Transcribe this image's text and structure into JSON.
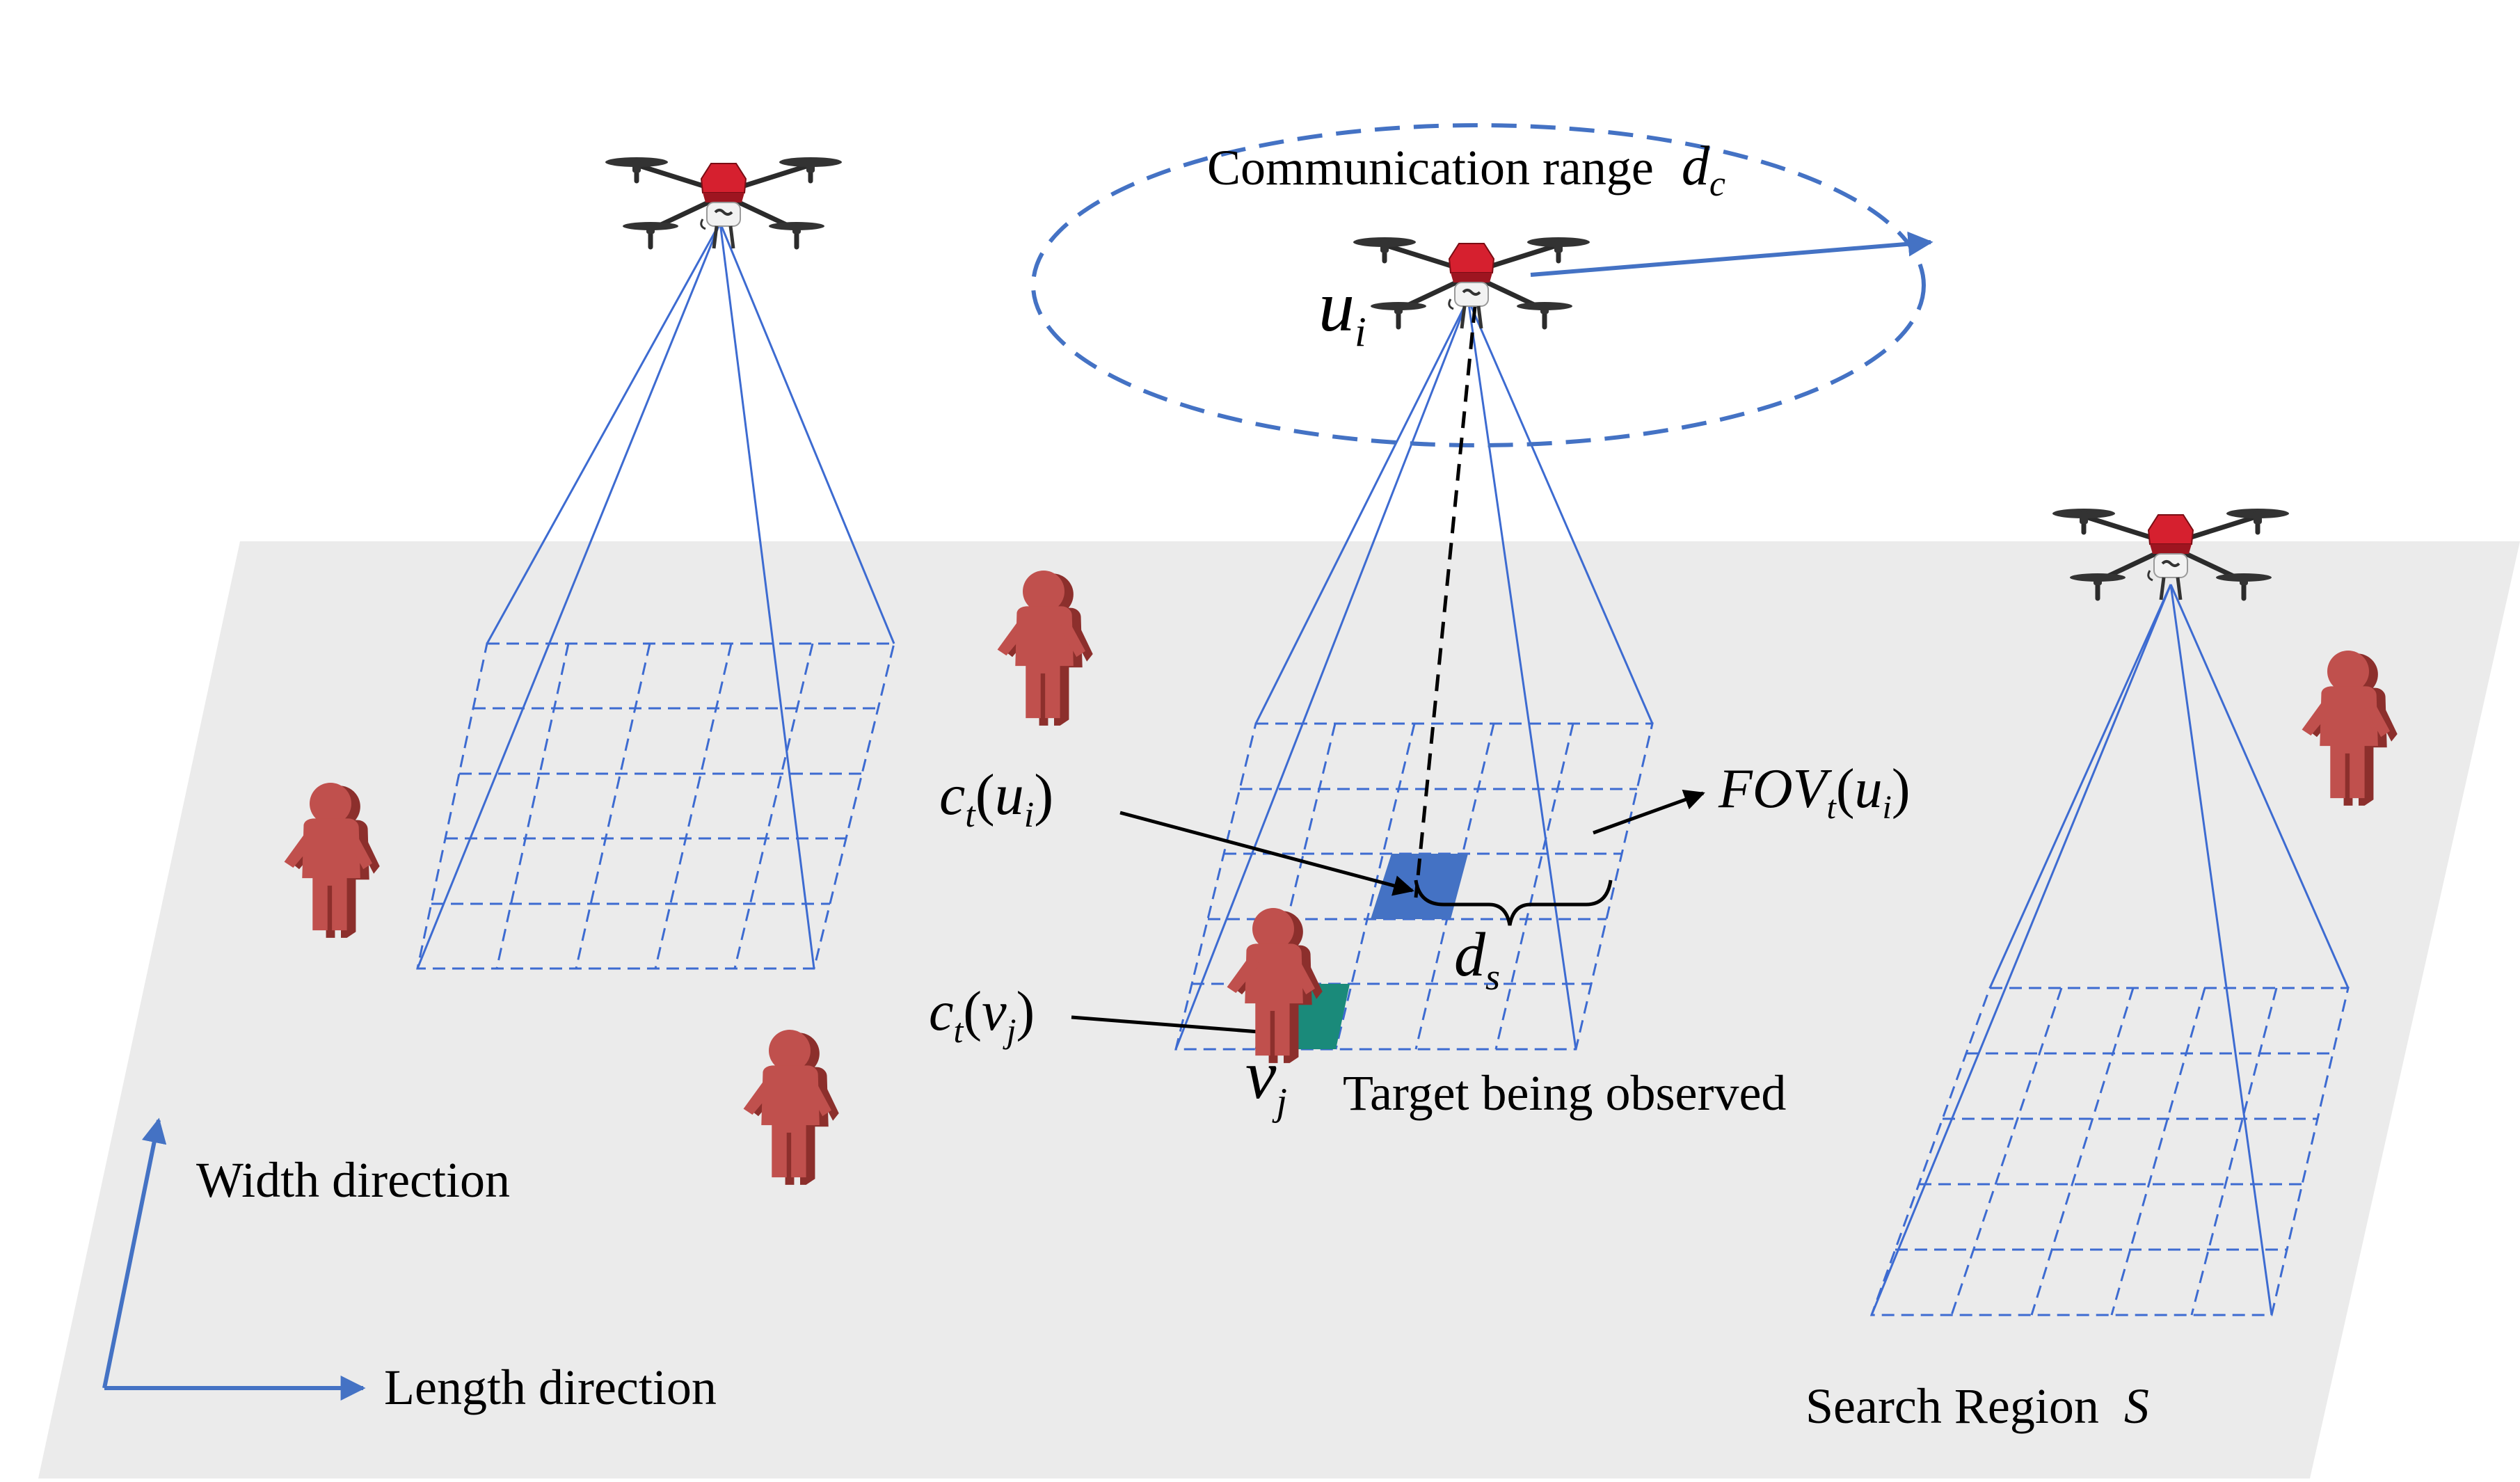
{
  "labels": {
    "communication_range": "Communication range",
    "dc": "d",
    "dc_sub": "c",
    "ui": "u",
    "ui_sub": "i",
    "ct_ui_c": "c",
    "ct_ui_t": "t",
    "ct_ui_open": "(",
    "ct_ui_u": "u",
    "ct_ui_i": "i",
    "ct_ui_close": ")",
    "fov": "FOV",
    "fov_t": "t",
    "fov_open": "(",
    "fov_u": "u",
    "fov_i": "i",
    "fov_close": ")",
    "ds": "d",
    "ds_sub": "s",
    "ct_vj_c": "c",
    "ct_vj_t": "t",
    "ct_vj_open": "(",
    "ct_vj_v": "ν",
    "ct_vj_j": "j",
    "ct_vj_close": ")",
    "vj": "ν",
    "vj_sub": "j",
    "target_being_observed": "Target being observed",
    "width_direction": "Width direction",
    "length_direction": "Length direction",
    "search_region": "Search Region",
    "search_region_symbol": "S"
  },
  "colors": {
    "ground": "#ebebeb",
    "grid_line": "#3d6bd1",
    "fov_cell": "#4472c4",
    "target_cell": "#1a8a7a",
    "person": "#c0504d",
    "person_dark": "#8c2f2c",
    "drone_body": "#d6202f",
    "arrow_blue": "#4472c4"
  },
  "icons": {
    "drone": "quadcopter-drone-icon",
    "person": "person-figure-icon"
  }
}
